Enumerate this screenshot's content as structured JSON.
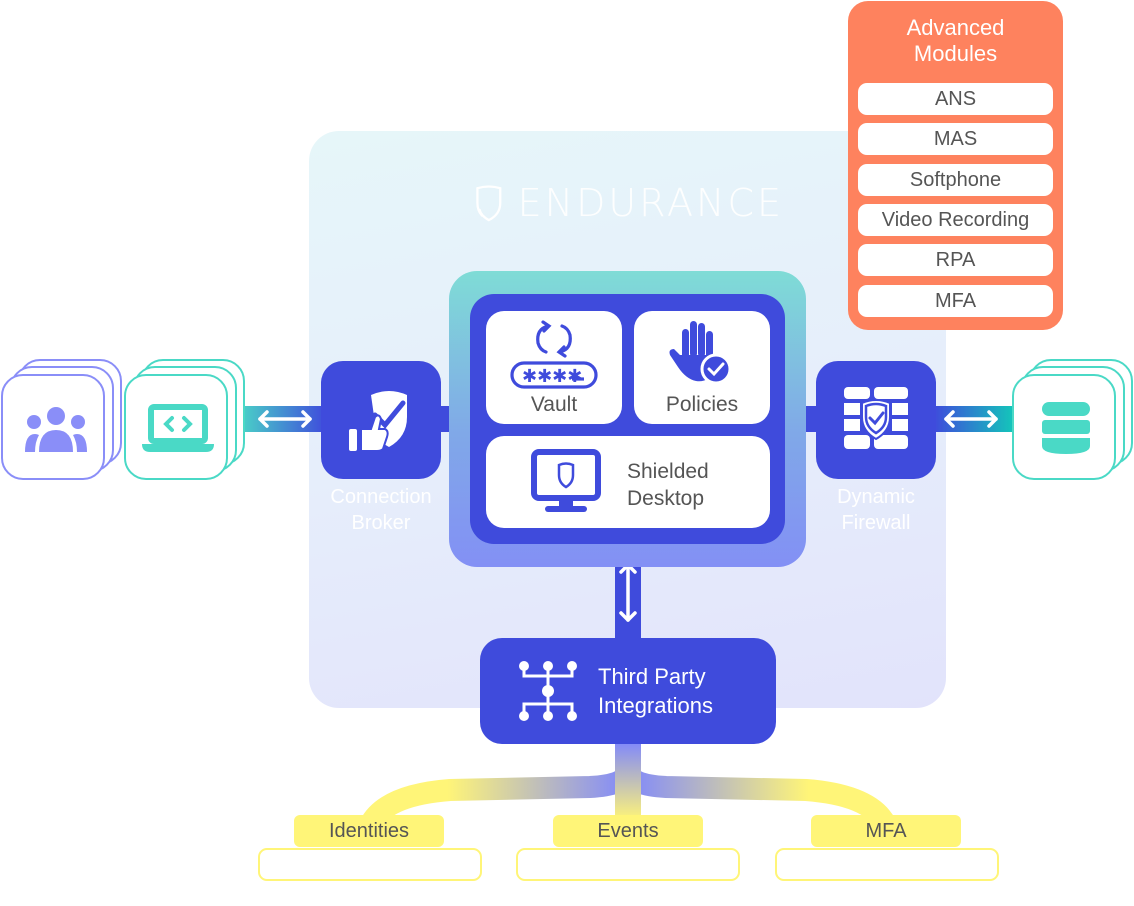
{
  "platform": {
    "brand": "ENDURANCE",
    "logo_icon": "shield-icon"
  },
  "core": {
    "vault": {
      "label": "Vault",
      "icon": "password-rotate-icon"
    },
    "policies": {
      "label": "Policies",
      "icon": "hand-check-icon"
    },
    "shielded_desktop": {
      "line1": "Shielded",
      "line2": "Desktop",
      "icon": "monitor-shield-icon"
    }
  },
  "connection_broker": {
    "line1": "Connection",
    "line2": "Broker",
    "icon": "thumbs-up-shield-icon"
  },
  "dynamic_firewall": {
    "line1": "Dynamic",
    "line2": "Firewall",
    "icon": "firewall-shield-icon"
  },
  "clients": {
    "users": {
      "icon": "users-icon"
    },
    "devices": {
      "icon": "laptop-code-icon"
    }
  },
  "targets": {
    "database": {
      "icon": "database-icon"
    }
  },
  "advanced_modules": {
    "title_line1": "Advanced",
    "title_line2": "Modules",
    "items": [
      "ANS",
      "MAS",
      "Softphone",
      "Video Recording",
      "RPA",
      "MFA"
    ]
  },
  "third_party": {
    "line1": "Third Party",
    "line2": "Integrations",
    "icon": "network-tree-icon",
    "branches": [
      {
        "label": "Identities"
      },
      {
        "label": "Events"
      },
      {
        "label": "MFA"
      }
    ]
  },
  "colors": {
    "primary": "#3f4bdc",
    "teal": "#4ad9c6",
    "violet": "#8a8ef8",
    "orange": "#fe825e",
    "yellow": "#fff578"
  }
}
